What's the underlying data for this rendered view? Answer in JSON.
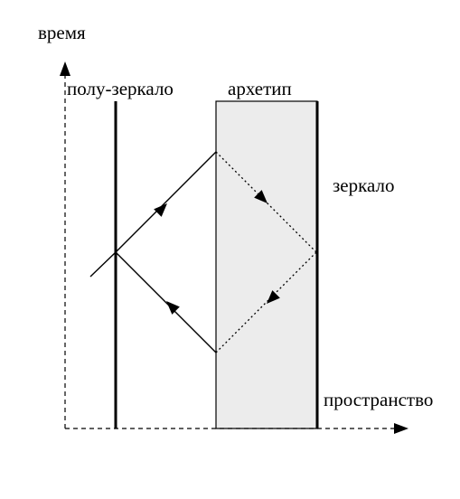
{
  "labels": {
    "time_axis": "время",
    "half_mirror": "полу-зеркало",
    "archetype": "архетип",
    "mirror": "зеркало",
    "space_axis": "пространство"
  },
  "colors": {
    "archetype_fill": "#ececec",
    "ink": "#000000"
  }
}
